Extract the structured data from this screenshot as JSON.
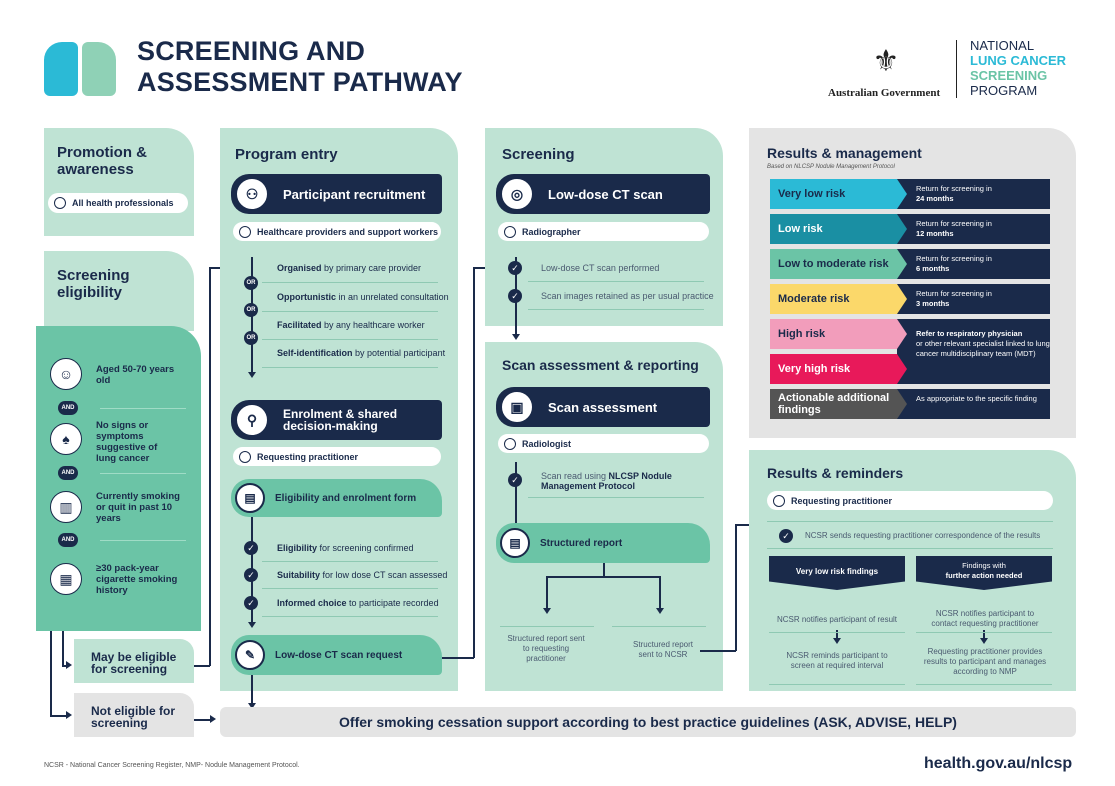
{
  "title": {
    "line1": "SCREENING AND",
    "line2": "ASSESSMENT PATHWAY"
  },
  "gov": {
    "name": "Australian Government",
    "crest_icon": "coat-of-arms-icon"
  },
  "program": {
    "l1": "NATIONAL",
    "l2": "LUNG CANCER",
    "l3": "SCREENING",
    "l4": "PROGRAM"
  },
  "promotion": {
    "title": "Promotion & awareness",
    "pill": "All health professionals"
  },
  "eligibility": {
    "title": "Screening eligibility",
    "items": [
      "Aged 50-70 years old",
      "No signs or symptoms suggestive of lung cancer",
      "Currently smoking or quit in past 10 years",
      "≥30 pack-year cigarette smoking history"
    ],
    "and": "AND",
    "may": "May be eligible for screening",
    "not": "Not eligible for screening"
  },
  "entry": {
    "title": "Program entry",
    "recruit": "Participant recruitment",
    "recruit_pill": "Healthcare providers and support workers",
    "options": [
      {
        "b": "Organised",
        "t": " by primary care provider"
      },
      {
        "b": "Opportunistic",
        "t": " in an unrelated consultation"
      },
      {
        "b": "Facilitated",
        "t": " by any healthcare worker"
      },
      {
        "b": "Self-identification",
        "t": " by potential participant"
      }
    ],
    "or": "OR",
    "enrol": "Enrolment & shared decision-making",
    "enrol_pill": "Requesting practitioner",
    "form": "Eligibility and enrolment form",
    "checks": [
      {
        "b": "Eligibility",
        "t": " for screening confirmed"
      },
      {
        "b": "Suitability",
        "t": " for low dose CT scan assessed"
      },
      {
        "b": "Informed choice",
        "t": " to participate recorded"
      }
    ],
    "request": "Low-dose CT scan request"
  },
  "screening": {
    "title": "Screening",
    "scan": "Low-dose CT scan",
    "pill": "Radiographer",
    "items": [
      "Low-dose CT scan performed",
      "Scan images retained as per usual practice"
    ]
  },
  "assessment": {
    "title": "Scan assessment & reporting",
    "bar": "Scan assessment",
    "pill": "Radiologist",
    "read": "Scan read using ",
    "read_b": "NLCSP Nodule Management Protocol",
    "report": "Structured report",
    "out1": "Structured report sent to requesting practitioner",
    "out2": "Structured report sent to NCSR"
  },
  "results": {
    "title": "Results & management",
    "sub": "Based on NLCSP Nodule Management Protocol",
    "rows": [
      {
        "label": "Very low risk",
        "color": "#2bbad6",
        "text": "Return for screening in",
        "bold": "24 months"
      },
      {
        "label": "Low risk",
        "color": "#1a8fa3",
        "text": "Return for screening in",
        "bold": "12 months"
      },
      {
        "label": "Low to moderate risk",
        "color": "#6bc4a6",
        "text": "Return for screening in",
        "bold": "6 months"
      },
      {
        "label": "Moderate risk",
        "color": "#fbd86a",
        "text": "Return for screening in",
        "bold": "3 months"
      },
      {
        "label": "High risk",
        "color": "#f29dbb",
        "text": "",
        "bold": "Refer to respiratory physician"
      },
      {
        "label": "Very high risk",
        "color": "#e8195a",
        "text": "or other relevant specialist linked to lung cancer multidisciplinary team (MDT)",
        "bold": ""
      },
      {
        "label": "Actionable additional findings",
        "color": "#545454",
        "text": "As appropriate to the specific finding",
        "bold": ""
      }
    ]
  },
  "reminders": {
    "title": "Results & reminders",
    "pill": "Requesting practitioner",
    "ncsr": "NCSR sends requesting practitioner correspondence of the results",
    "left_h": "Very low risk findings",
    "right_h1": "Findings with",
    "right_h2": "further action needed",
    "l1": "NCSR notifies participant of result",
    "l2": "NCSR reminds participant to screen at required interval",
    "r1": "NCSR notifies participant to contact requesting practitioner",
    "r2": "Requesting practitioner provides results to participant and manages according to NMP"
  },
  "offer": "Offer smoking cessation support according to best practice guidelines (ASK, ADVISE, HELP)",
  "footnote": "NCSR - National Cancer Screening Register, NMP- Nodule Management Protocol.",
  "url": "health.gov.au/nlcsp"
}
